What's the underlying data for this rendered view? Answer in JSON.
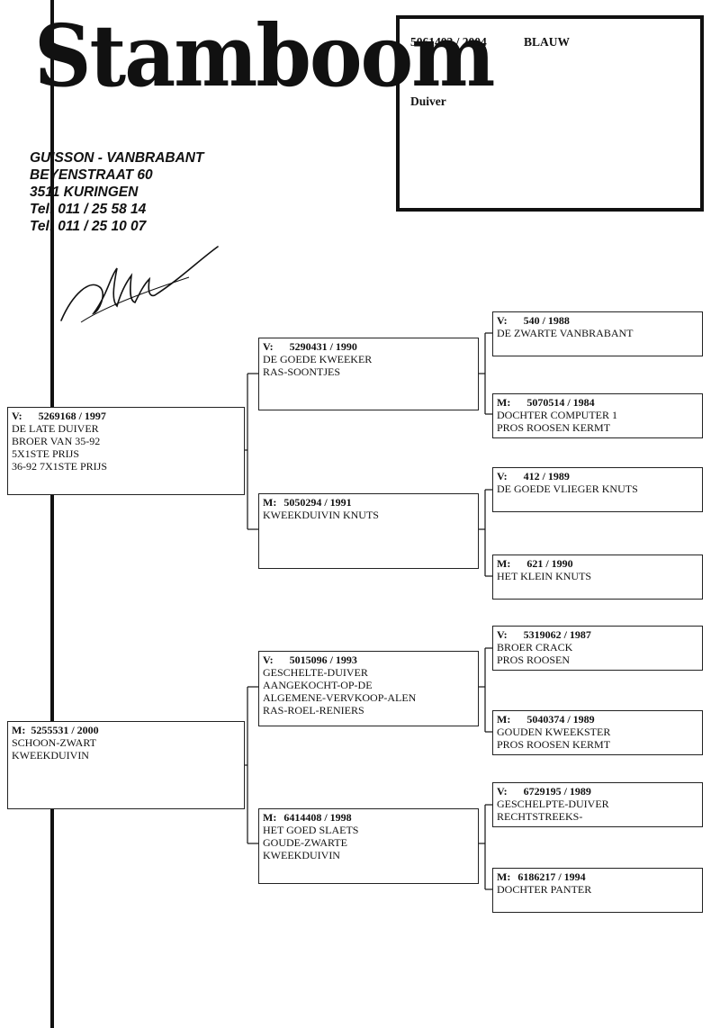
{
  "header": {
    "title": "Stamboom",
    "owner": {
      "name": "GUISSON - VANBRABANT",
      "street": "BEYENSTRAAT 60",
      "city": "3511 KURINGEN",
      "tel1": "Tel: 011 / 25 58 14",
      "tel2": "Tel: 011 / 25 10 07"
    }
  },
  "pigeon": {
    "ring": "5061402 / 2004",
    "color": "BLAUW",
    "label": "Duiver"
  },
  "pedigree": {
    "father": {
      "role": "V:",
      "ring": "5269168 / 1997",
      "lines": [
        "DE LATE DUIVER",
        "BROER VAN 35-92",
        "5X1STE PRIJS",
        "36-92 7X1STE PRIJS"
      ]
    },
    "mother": {
      "role": "M:",
      "ring": "5255531 / 2000",
      "lines": [
        "SCHOON-ZWART",
        "KWEEKDUIVIN"
      ]
    },
    "ff": {
      "role": "V:",
      "ring": "5290431 / 1990",
      "lines": [
        "DE GOEDE KWEEKER",
        "RAS-SOONTJES"
      ]
    },
    "fm": {
      "role": "M:",
      "ring": "5050294 / 1991",
      "lines": [
        "KWEEKDUIVIN KNUTS"
      ]
    },
    "mf": {
      "role": "V:",
      "ring": "5015096 / 1993",
      "lines": [
        "GESCHELTE-DUIVER",
        "AANGEKOCHT-OP-DE",
        "ALGEMENE-VERVKOOP-ALEN",
        "RAS-ROEL-RENIERS"
      ]
    },
    "mm": {
      "role": "M:",
      "ring": "6414408 / 1998",
      "lines": [
        "HET GOED SLAETS",
        "GOUDE-ZWARTE",
        "KWEEKDUIVIN"
      ]
    },
    "fff": {
      "role": "V:",
      "ring": "540 / 1988",
      "lines": [
        "DE ZWARTE VANBRABANT"
      ]
    },
    "ffm": {
      "role": "M:",
      "ring": "5070514 / 1984",
      "lines": [
        "DOCHTER COMPUTER 1",
        "PROS ROOSEN KERMT"
      ]
    },
    "fmf": {
      "role": "V:",
      "ring": "412 / 1989",
      "lines": [
        "DE GOEDE VLIEGER KNUTS"
      ]
    },
    "fmm": {
      "role": "M:",
      "ring": "621 / 1990",
      "lines": [
        "HET KLEIN KNUTS"
      ]
    },
    "mff": {
      "role": "V:",
      "ring": "5319062 / 1987",
      "lines": [
        "BROER CRACK",
        "PROS ROOSEN"
      ]
    },
    "mfm": {
      "role": "M:",
      "ring": "5040374 / 1989",
      "lines": [
        "GOUDEN KWEEKSTER",
        "PROS ROOSEN KERMT"
      ]
    },
    "mmf": {
      "role": "V:",
      "ring": "6729195 / 1989",
      "lines": [
        "GESCHELPTE-DUIVER",
        "RECHTSTREEKS-"
      ]
    },
    "mmm": {
      "role": "M:",
      "ring": "6186217 / 1994",
      "lines": [
        "DOCHTER PANTER"
      ]
    }
  }
}
